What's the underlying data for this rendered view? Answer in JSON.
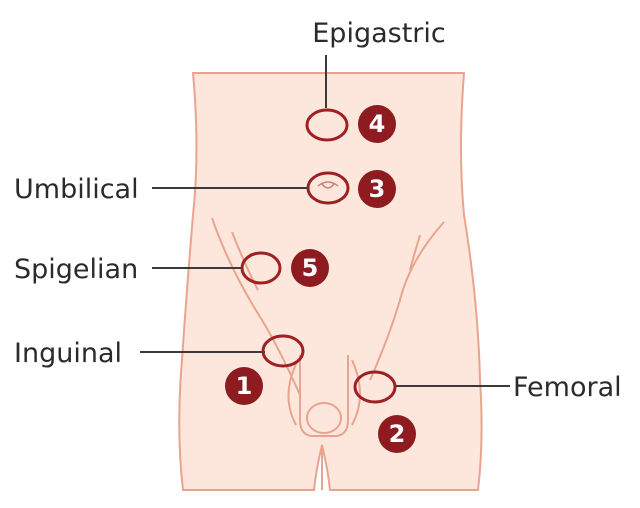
{
  "labels": {
    "epigastric": "Epigastric",
    "umbilical": "Umbilical",
    "spigelian": "Spigelian",
    "inguinal": "Inguinal",
    "femoral": "Femoral"
  },
  "markers": {
    "inguinal": "1",
    "femoral": "2",
    "umbilical": "3",
    "epigastric": "4",
    "spigelian": "5"
  },
  "colors": {
    "skin": "#fde7dc",
    "outline": "#e9a48f",
    "hernia_ring": "#a01f22",
    "marker_fill": "#8e1b1f",
    "text": "#2b2b2b"
  }
}
